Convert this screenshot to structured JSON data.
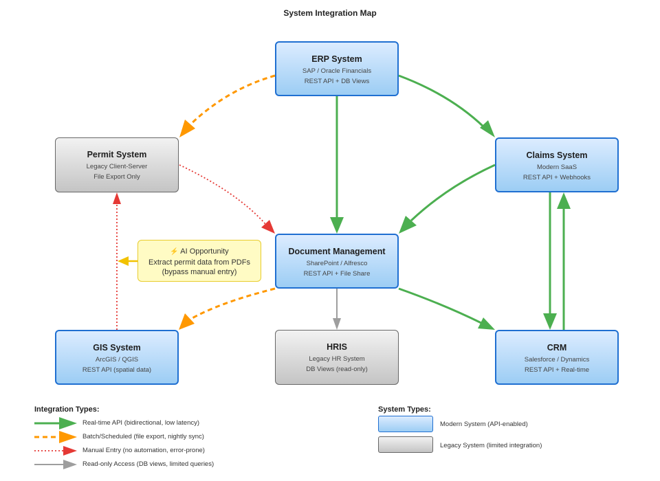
{
  "title": "System Integration Map",
  "nodes": {
    "erp": {
      "name": "ERP System",
      "line1": "SAP / Oracle Financials",
      "line2": "REST API + DB Views",
      "kind": "modern"
    },
    "permit": {
      "name": "Permit System",
      "line1": "Legacy Client-Server",
      "line2": "File Export Only",
      "kind": "legacy"
    },
    "claims": {
      "name": "Claims System",
      "line1": "Modern SaaS",
      "line2": "REST API + Webhooks",
      "kind": "modern"
    },
    "docmgmt": {
      "name": "Document Management",
      "line1": "SharePoint / Alfresco",
      "line2": "REST API + File Share",
      "kind": "modern"
    },
    "gis": {
      "name": "GIS System",
      "line1": "ArcGIS / QGIS",
      "line2": "REST API (spatial data)",
      "kind": "modern"
    },
    "hris": {
      "name": "HRIS",
      "line1": "Legacy HR System",
      "line2": "DB Views (read-only)",
      "kind": "legacy"
    },
    "crm": {
      "name": "CRM",
      "line1": "Salesforce / Dynamics",
      "line2": "REST API + Real-time",
      "kind": "modern"
    }
  },
  "callout": {
    "icon": "lightning-icon",
    "glyph": "⚡",
    "line1": "AI Opportunity",
    "line2": "Extract permit data from PDFs",
    "line3": "(bypass manual entry)"
  },
  "connections": [
    {
      "from": "erp",
      "to": "docmgmt",
      "type": "realtime"
    },
    {
      "from": "erp",
      "to": "claims",
      "type": "realtime"
    },
    {
      "from": "claims",
      "to": "docmgmt",
      "type": "realtime"
    },
    {
      "from": "claims",
      "to": "crm",
      "type": "realtime"
    },
    {
      "from": "crm",
      "to": "claims",
      "type": "realtime"
    },
    {
      "from": "docmgmt",
      "to": "crm",
      "type": "realtime"
    },
    {
      "from": "erp",
      "to": "permit",
      "type": "batch"
    },
    {
      "from": "docmgmt",
      "to": "gis",
      "type": "batch"
    },
    {
      "from": "permit",
      "to": "docmgmt",
      "type": "manual"
    },
    {
      "from": "gis",
      "to": "permit",
      "type": "manual"
    },
    {
      "from": "docmgmt",
      "to": "hris",
      "type": "readonly"
    },
    {
      "from": "callout",
      "to": "permit-link",
      "type": "ai"
    }
  ],
  "legend": {
    "integration_title": "Integration Types:",
    "integration": [
      {
        "type": "realtime",
        "label": "Real-time API (bidirectional, low latency)"
      },
      {
        "type": "batch",
        "label": "Batch/Scheduled (file export, nightly sync)"
      },
      {
        "type": "manual",
        "label": "Manual Entry (no automation, error-prone)"
      },
      {
        "type": "readonly",
        "label": "Read-only Access (DB views, limited queries)"
      }
    ],
    "system_title": "System Types:",
    "systems": [
      {
        "kind": "modern",
        "label": "Modern System (API-enabled)"
      },
      {
        "kind": "legacy",
        "label": "Legacy System (limited integration)"
      }
    ]
  },
  "colors": {
    "realtime": "#4caf50",
    "batch": "#ff9800",
    "manual": "#e53935",
    "readonly": "#9e9e9e",
    "ai": "#f2c200",
    "modern_border": "#1f6fd1",
    "legacy_border": "#666666"
  }
}
